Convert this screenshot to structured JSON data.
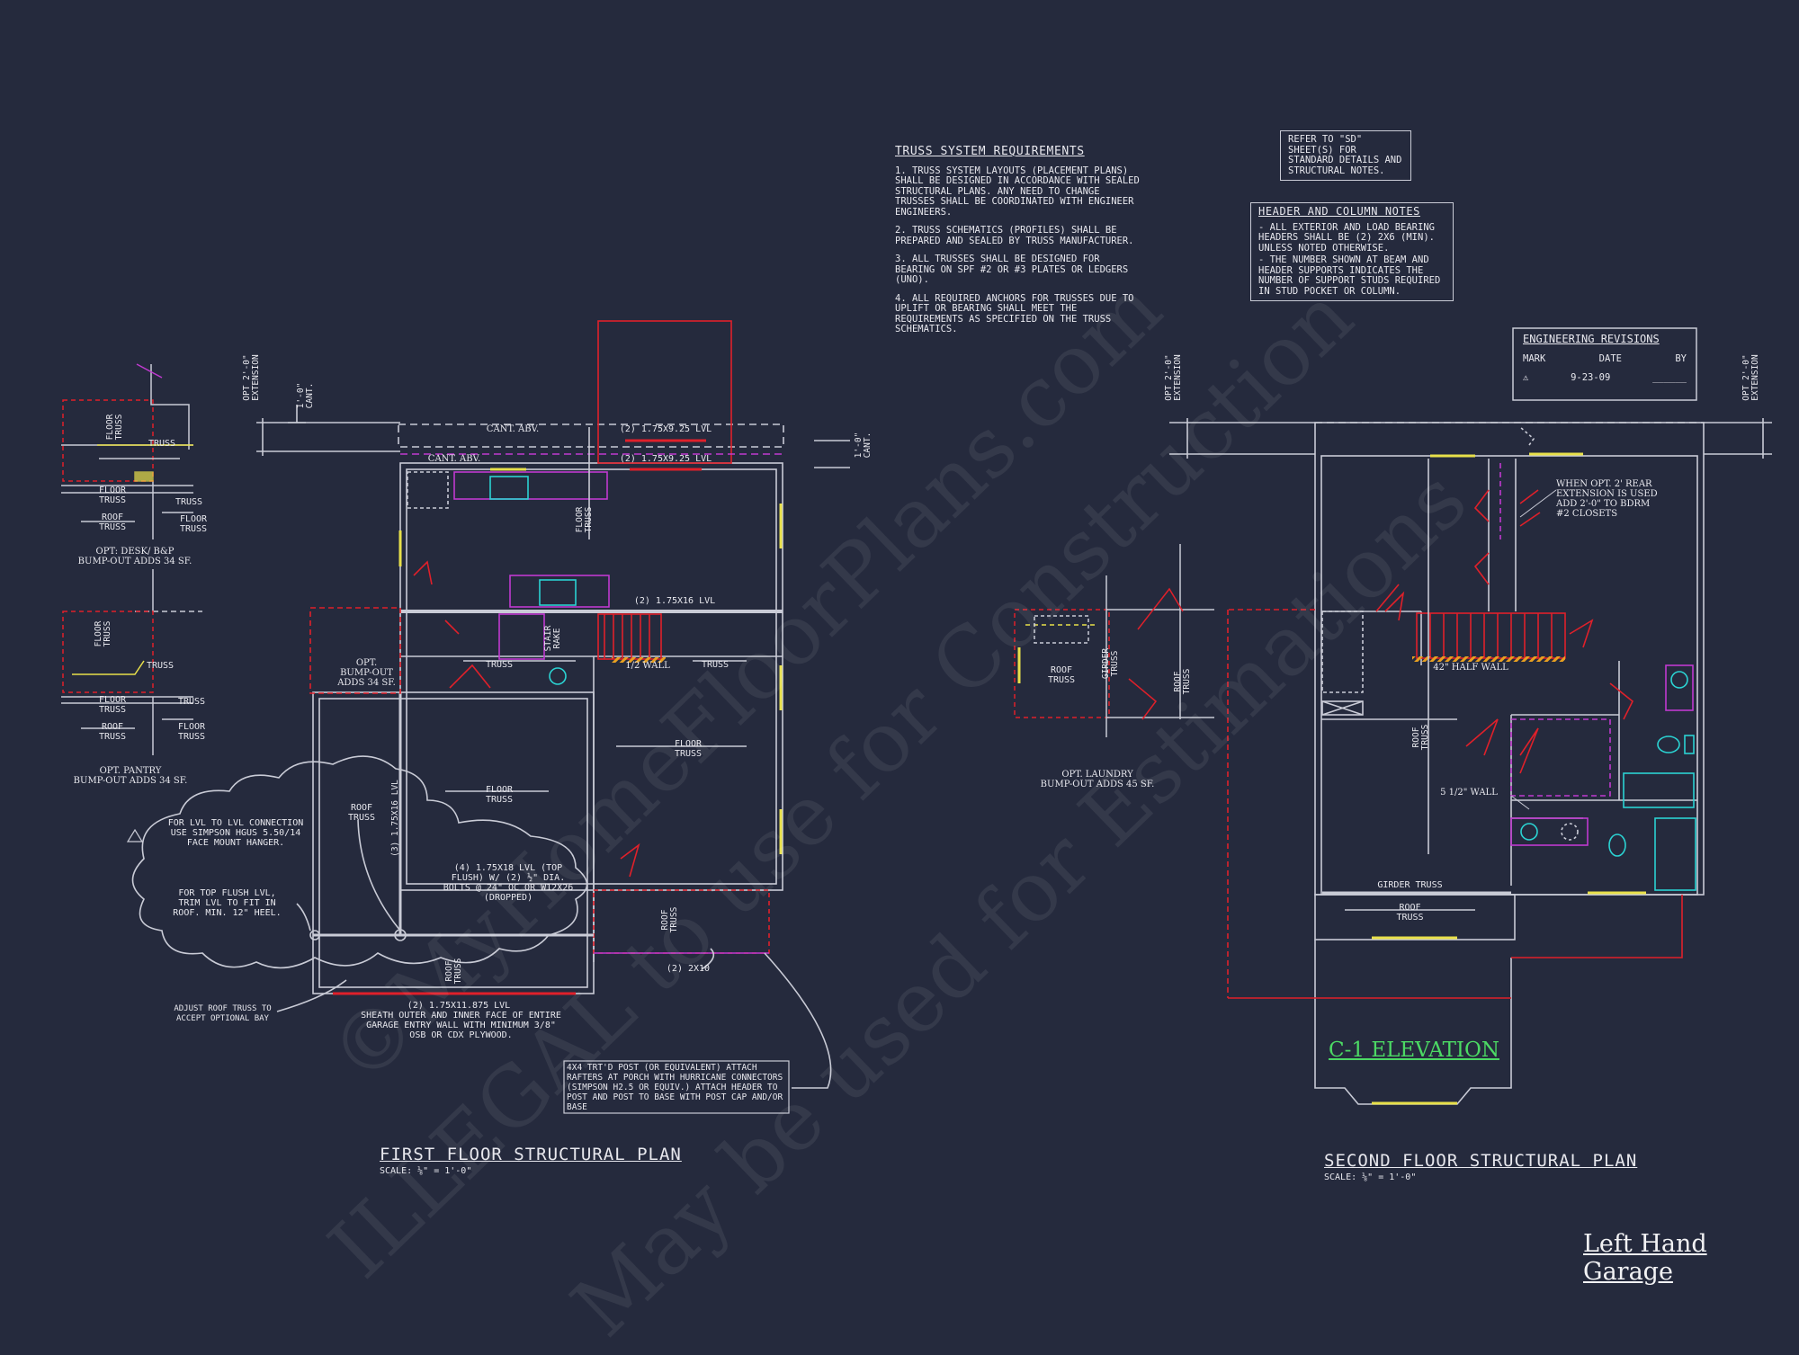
{
  "notes": {
    "truss_heading": "TRUSS SYSTEM REQUIREMENTS",
    "truss_items": [
      "1. TRUSS SYSTEM LAYOUTS (PLACEMENT PLANS) SHALL BE DESIGNED IN ACCORDANCE WITH SEALED STRUCTURAL PLANS. ANY NEED TO CHANGE TRUSSES SHALL BE COORDINATED WITH ENGINEER ENGINEERS.",
      "2. TRUSS SCHEMATICS (PROFILES) SHALL BE PREPARED AND SEALED BY TRUSS MANUFACTURER.",
      "3. ALL TRUSSES SHALL BE DESIGNED FOR BEARING ON SPF #2 OR #3 PLATES OR LEDGERS (UNO).",
      "4. ALL REQUIRED ANCHORS FOR TRUSSES DUE TO UPLIFT OR BEARING SHALL MEET THE REQUIREMENTS AS SPECIFIED ON THE TRUSS SCHEMATICS."
    ],
    "refer_sd": "REFER TO \"SD\" SHEET(S) FOR STANDARD DETAILS AND STRUCTURAL NOTES.",
    "header_heading": "HEADER AND COLUMN NOTES",
    "header_items": [
      "- ALL EXTERIOR AND LOAD BEARING HEADERS SHALL BE (2) 2x6 (MIN). UNLESS NOTED OTHERWISE.",
      "- THE NUMBER SHOWN AT BEAM AND HEADER SUPPORTS INDICATES THE NUMBER OF SUPPORT STUDS REQUIRED IN STUD POCKET OR COLUMN."
    ]
  },
  "revisions": {
    "heading": "ENGINEERING REVISIONS",
    "col_mark": "MARK",
    "col_date": "DATE",
    "col_by": "BY",
    "row_mark": "⚠",
    "row_date": "9-23-09",
    "row_by": "______"
  },
  "first_floor": {
    "title": "FIRST FLOOR STRUCTURAL PLAN",
    "scale": "SCALE: ⅛\" = 1'-0\"",
    "cant_abv_1": "CANT. ABV.",
    "cant_abv_2": "CANT. ABV.",
    "lvl_top_1": "(2) 1.75x9.25 LVL",
    "lvl_top_2": "(2) 1.75x9.25 LVL",
    "lvl_mid": "(2) 1.75x16 LVL",
    "lvl_vert": "(3) 1.75x16 LVL",
    "lvl_bottom": "(2) 1.75x11.875 LVL",
    "floor_truss_vert": "FLOOR\nTRUSS",
    "truss_a": "TRUSS",
    "truss_b": "TRUSS",
    "half_wall": "1/2 WALL",
    "stair_rake": "STAIR\nRAKE",
    "floor_truss_right": "FLOOR\nTRUSS",
    "floor_truss_center": "FLOOR\nTRUSS",
    "roof_truss_left": "ROOF\nTRUSS",
    "roof_truss_bottom": "ROOF\nTRUSS",
    "roof_truss_porch": "ROOF\nTRUSS",
    "two_2x10": "(2) 2x10",
    "opt_bumpout": "OPT.\nBUMP-OUT\nADDS 34 SF.",
    "opt_ext": "OPT 2'-0\"\nEXTENSION",
    "cant_1_0": "1'-0\"\nCANT.",
    "cant_1_0_right": "1'-0\"\nCANT.",
    "cloud_note_1": "FOR LVL TO LVL CONNECTION USE SIMPSON HGUS 5.50/14 FACE MOUNT HANGER.",
    "cloud_note_2": "FOR TOP FLUSH LVL, TRIM LVL TO FIT IN ROOF. MIN. 12\" HEEL.",
    "cloud_note_3": "(4) 1.75x18 LVL (TOP FLUSH) W/ (2) ½\" DIA. BOLTS @ 24\" OC OR W12x26 (DROPPED)",
    "adjust_note": "ADJUST ROOF TRUSS TO ACCEPT OPTIONAL BAY",
    "sheath_note": "SHEATH OUTER AND INNER FACE OF ENTIRE GARAGE ENTRY WALL WITH MINIMUM 3/8\" OSB OR CDX PLYWOOD.",
    "porch_note": "4x4 TRT'D POST (OR EQUIVALENT) ATTACH RAFTERS AT PORCH WITH HURRICANE CONNECTORS (SIMPSON H2.5 OR EQUIV.) ATTACH HEADER TO POST AND POST TO BASE WITH POST CAP AND/OR BASE"
  },
  "opt_details": {
    "desk_floor_truss": "FLOOR\nTRUSS",
    "desk_truss": "TRUSS",
    "desk_floor": "FLOOR\nTRUSS",
    "desk_truss2": "TRUSS",
    "desk_roof": "ROOF\nTRUSS",
    "desk_floor2": "FLOOR\nTRUSS",
    "desk_caption": "OPT: DESK/ B&P\nBUMP-OUT ADDS 34 SF.",
    "pantry_floor_truss": "FLOOR\nTRUSS",
    "pantry_truss": "TRUSS",
    "pantry_floor": "FLOOR\nTRUSS",
    "pantry_truss2": "TRUSS",
    "pantry_roof": "ROOF\nTRUSS",
    "pantry_floor2": "FLOOR\nTRUSS",
    "pantry_caption": "OPT. PANTRY\nBUMP-OUT ADDS 34 SF.",
    "laundry_roof": "ROOF\nTRUSS",
    "laundry_girder": "GIRDER\nTRUSS",
    "laundry_roof_vert": "ROOF\nTRUSS",
    "laundry_caption": "OPT. LAUNDRY\nBUMP-OUT ADDS 45 SF."
  },
  "second_floor": {
    "title": "SECOND FLOOR STRUCTURAL PLAN",
    "scale": "SCALE: ⅛\" = 1'-0\"",
    "opt_ext_left": "OPT 2'-0\"\nEXTENSION",
    "opt_ext_right": "OPT 2'-0\"\nEXTENSION",
    "closet_note": "WHEN OPT. 2' REAR\nEXTENSION IS USED\nADD 2'-0\" TO BDRM\n#2 CLOSETS",
    "half_wall": "42\" HALF WALL",
    "roof_truss_vert": "ROOF\nTRUSS",
    "wall_5_half": "5 1/2\" WALL",
    "girder_truss": "GIRDER TRUSS",
    "roof_truss": "ROOF\nTRUSS",
    "elevation": "C-1 ELEVATION"
  },
  "watermark": {
    "line1": "©MyHomeFloorPlans.com",
    "line2": "ILLEGAL to use for Construction",
    "line3": "May be used for Estimations"
  },
  "garage_label": "Left Hand Garage",
  "colors": {
    "background": "#252a3d",
    "line": "#c9cbd6",
    "red": "#e0202a",
    "magenta": "#c03ad0",
    "yellow": "#e8e04a",
    "cyan": "#2bd3d3",
    "green": "#4cd964"
  }
}
